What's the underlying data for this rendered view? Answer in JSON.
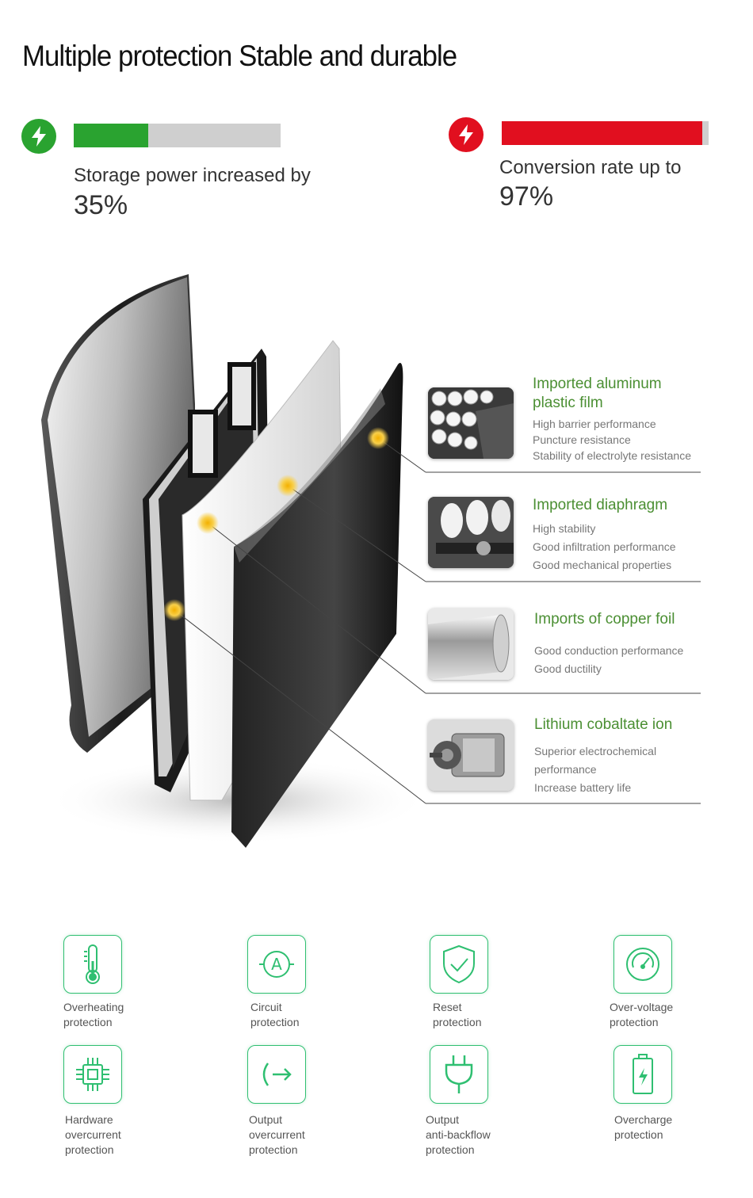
{
  "title": "Multiple protection Stable and durable",
  "stats": [
    {
      "label": "Storage power increased by",
      "value": "35%",
      "fraction": 0.36,
      "color": "#2aa330",
      "icon": "lightning-bolt-icon"
    },
    {
      "label": "Conversion rate up to",
      "value": "97%",
      "fraction": 0.97,
      "color": "#e10f1f",
      "icon": "lightning-bolt-icon"
    }
  ],
  "features": [
    {
      "title_lines": [
        "Imported aluminum",
        "plastic film"
      ],
      "lines": [
        "High barrier performance",
        "Puncture resistance",
        "Stability of electrolyte resistance"
      ]
    },
    {
      "title_lines": [
        "Imported diaphragm"
      ],
      "lines": [
        "High stability",
        "Good infiltration performance",
        "Good mechanical properties"
      ]
    },
    {
      "title_lines": [
        "Imports of copper foil"
      ],
      "lines": [
        "Good conduction performance",
        "Good ductility"
      ]
    },
    {
      "title_lines": [
        "Lithium cobaltate ion"
      ],
      "lines": [
        "Superior electrochemical",
        "performance",
        "Increase battery life"
      ]
    }
  ],
  "protections": [
    {
      "icon": "thermometer-icon",
      "lines": [
        "Overheating",
        "protection"
      ]
    },
    {
      "icon": "ammeter-icon",
      "lines": [
        "Circuit",
        "protection"
      ]
    },
    {
      "icon": "shield-check-icon",
      "lines": [
        "Reset",
        "protection"
      ]
    },
    {
      "icon": "gauge-icon",
      "lines": [
        "Over-voltage",
        "protection"
      ]
    },
    {
      "icon": "chip-icon",
      "lines": [
        "Hardware",
        "overcurrent",
        "protection"
      ]
    },
    {
      "icon": "output-arrow-icon",
      "lines": [
        "Output",
        "overcurrent",
        "protection"
      ]
    },
    {
      "icon": "plug-icon",
      "lines": [
        "Output",
        "anti-backflow",
        "protection"
      ]
    },
    {
      "icon": "battery-charging-icon",
      "lines": [
        "Overcharge",
        "protection"
      ]
    }
  ],
  "colors": {
    "accent_green": "#2fbf71",
    "feature_title": "#4b8f33"
  }
}
